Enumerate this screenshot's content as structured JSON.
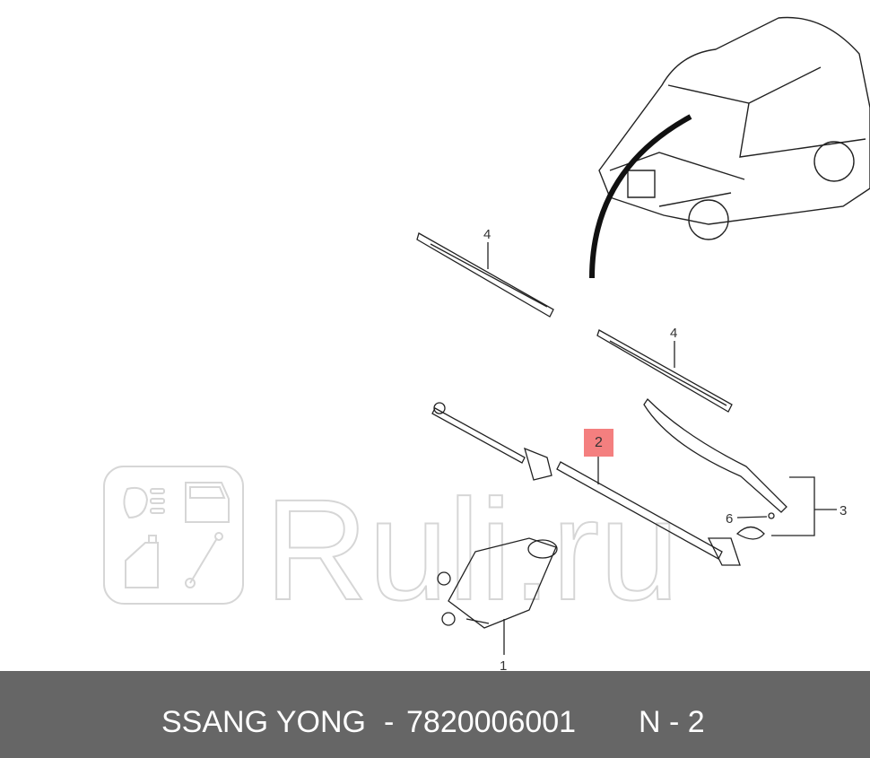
{
  "diagram": {
    "callouts": {
      "blade_left": "4",
      "blade_right": "4",
      "linkage": "2",
      "motor": "1",
      "arm_group": "3",
      "nut": "6"
    },
    "highlight_color": "#f47f7f",
    "watermark": {
      "text": "Ruli.ru",
      "icons": [
        "headlight-icon",
        "door-icon",
        "oil-bottle-icon",
        "shock-absorber-icon"
      ]
    }
  },
  "footer": {
    "brand": "SSANG YONG",
    "separator": "-",
    "part_number": "7820006001",
    "position": "N - 2",
    "background": "#666666"
  }
}
